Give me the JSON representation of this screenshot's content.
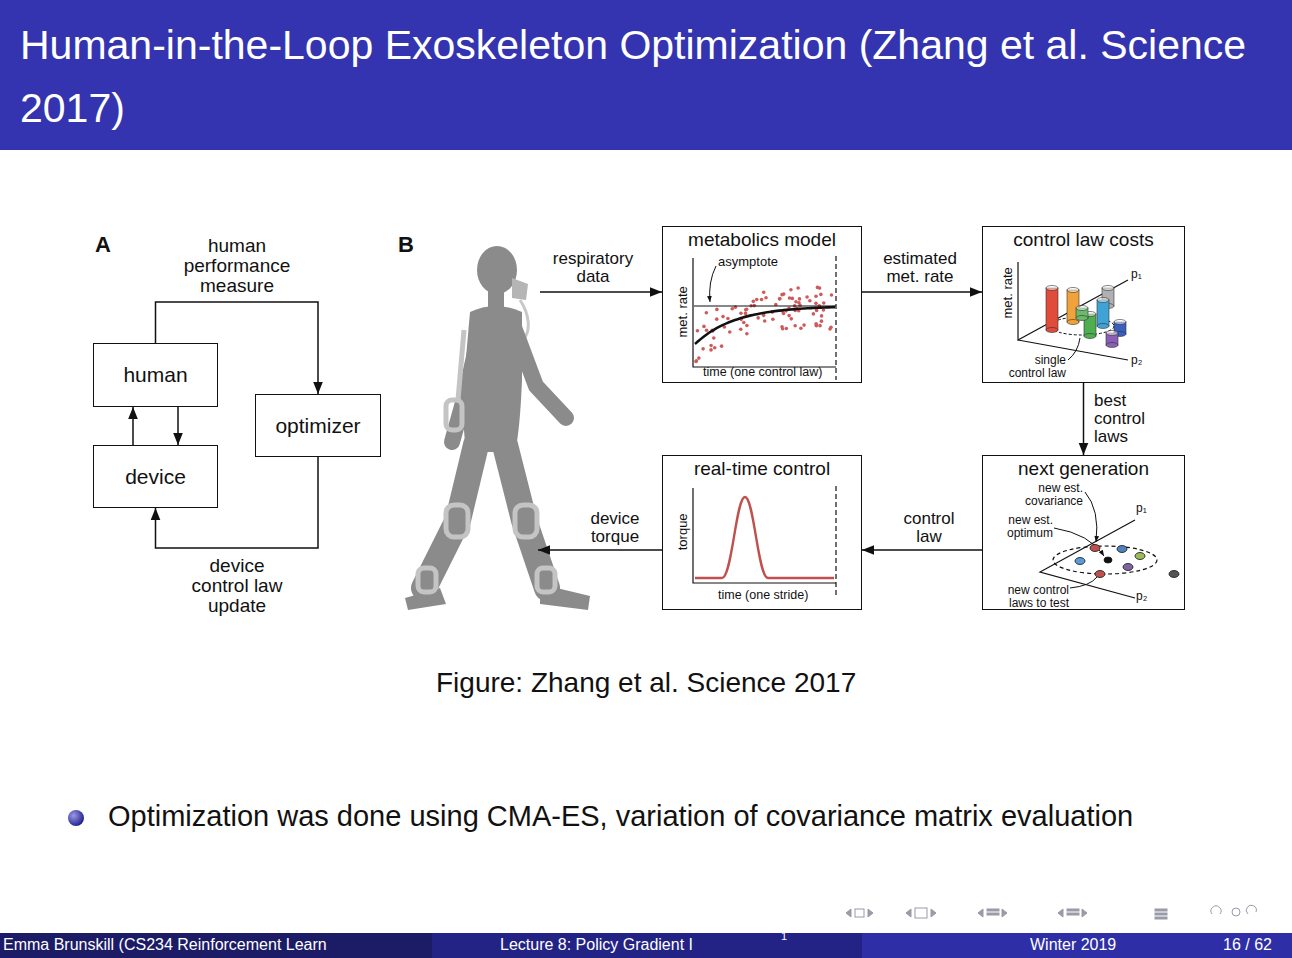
{
  "diagram": {
    "title": "Human-in-the-Loop Exoskeleton Optimization (Zhang et al. Science 2017)",
    "caption": "Figure: Zhang et al. Science 2017",
    "nodes": [
      {
        "text": [
          "human"
        ]
      },
      {
        "text": [
          "device"
        ]
      },
      {
        "text": [
          "optimizer"
        ]
      },
      {
        "text": [
          "metabolics model"
        ]
      },
      {
        "text": [
          "control law costs"
        ]
      },
      {
        "text": [
          "next generation"
        ]
      },
      {
        "text": [
          "real-time control"
        ]
      }
    ],
    "edges": [
      {
        "from": 0,
        "to": 1,
        "arrow": "to"
      },
      {
        "from": 1,
        "to": 0,
        "arrow": "to"
      },
      {
        "from": 0,
        "to": 2,
        "label": "human performance measure",
        "arrow": "to"
      },
      {
        "from": 2,
        "to": 1,
        "label": "device control law update",
        "arrow": "to"
      },
      {
        "from": 3,
        "to": 4,
        "label": "estimated met. rate",
        "arrow": "to"
      },
      {
        "from": 4,
        "to": 5,
        "label": "best control laws",
        "arrow": "to"
      },
      {
        "from": 5,
        "to": 6,
        "label": "control law",
        "arrow": "to"
      }
    ],
    "labels": [
      "A",
      "B",
      "asymptote",
      "met. rate",
      "time (one control law)",
      "met. rate",
      "p₁",
      "p₂",
      "single control law",
      "new est. covariance",
      "new est. optimum",
      "new control laws to test",
      "p₁",
      "p₂",
      "torque",
      "time (one stride)",
      "respiratory data",
      "device torque",
      "Optimization was done using CMA-ES, variation of covariance matrix evaluation",
      "Emma Brunskill (CS234 Reinforcement Learn",
      "Lecture 8: Policy Gradient I",
      "1",
      "Winter 2019",
      "16 / 62"
    ]
  }
}
